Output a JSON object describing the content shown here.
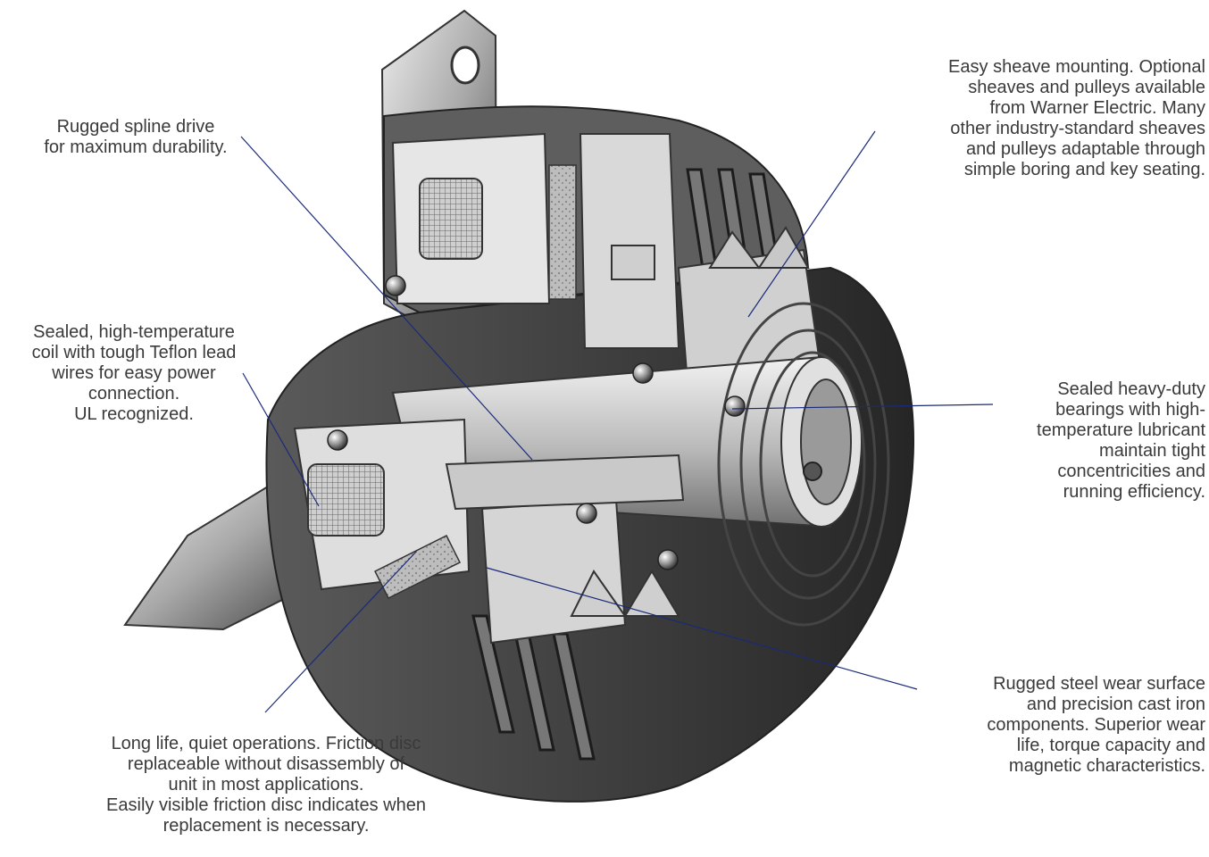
{
  "diagram": {
    "subject": "Cutaway illustration of an electromagnetic clutch/brake unit",
    "colors": {
      "leader_line": "#1a2a7a",
      "text": "#3a3a3a",
      "metal_light": "#d4d4d4",
      "metal_mid": "#9a9a9a",
      "metal_dark": "#3e3e3e"
    },
    "callouts": {
      "spline": {
        "lines": [
          "Rugged spline drive",
          "for maximum durability."
        ]
      },
      "sheave": {
        "lines": [
          "Easy sheave mounting. Optional",
          "sheaves and pulleys available",
          "from Warner Electric. Many",
          "other industry-standard sheaves",
          "and pulleys adaptable through",
          "simple boring and key seating."
        ]
      },
      "coil": {
        "lines": [
          "Sealed, high-temperature",
          "coil with tough Teflon lead",
          "wires for easy power",
          "connection.",
          "UL recognized."
        ]
      },
      "bearings": {
        "lines": [
          "Sealed heavy-duty",
          "bearings with high-",
          "temperature lubricant",
          "maintain tight",
          "concentricities and",
          "running efficiency."
        ]
      },
      "wear": {
        "lines": [
          "Rugged steel wear surface",
          "and precision cast iron",
          "components. Superior wear",
          "life, torque capacity and",
          "magnetic characteristics."
        ]
      },
      "friction": {
        "lines": [
          "Long life, quiet operations. Friction disc",
          "replaceable without disassembly of",
          "unit in most applications.",
          "Easily visible friction disc indicates when",
          "replacement is necessary."
        ]
      }
    }
  }
}
